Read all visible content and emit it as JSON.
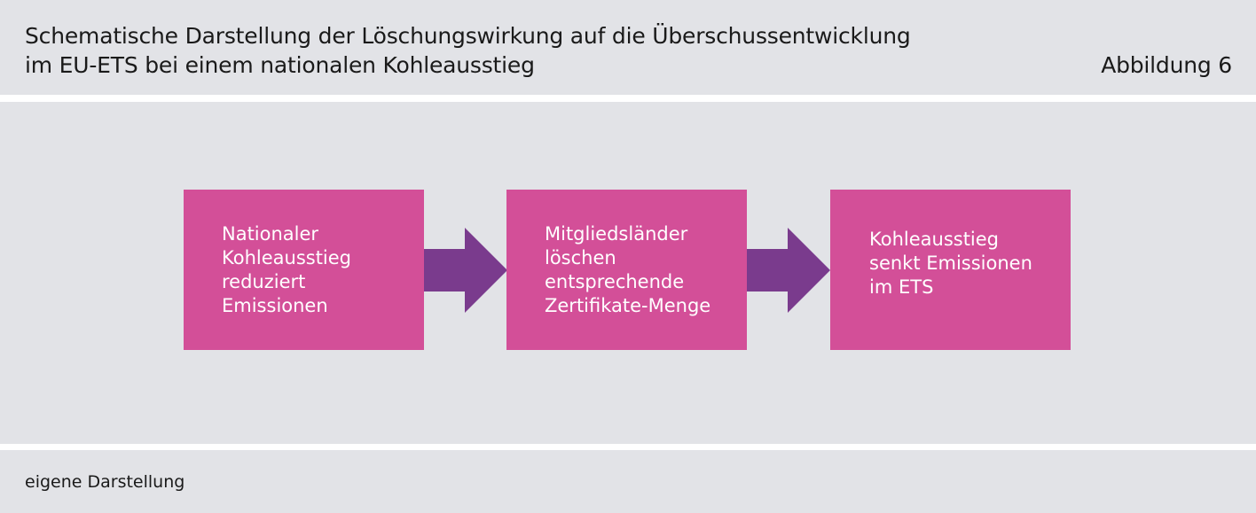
{
  "header": {
    "title_line1": "Schematische Darstellung der Löschungswirkung auf die Überschussentwicklung",
    "title_line2": "im EU-ETS bei einem nationalen Kohleausstieg",
    "figure_label": "Abbildung 6"
  },
  "diagram": {
    "boxes": [
      {
        "text": "Nationaler\nKohleausstieg\nreduziert\nEmissionen"
      },
      {
        "text": "Mitgliedsländer\nlöschen\nentsprechende\nZertifikate-Menge"
      },
      {
        "text": "Kohleausstieg\nsenkt Emissionen\nim ETS"
      }
    ],
    "colors": {
      "box": "#d34f98",
      "arrow": "#7a3b8d",
      "panel": "#e2e3e7"
    }
  },
  "footer": {
    "source": "eigene Darstellung"
  }
}
